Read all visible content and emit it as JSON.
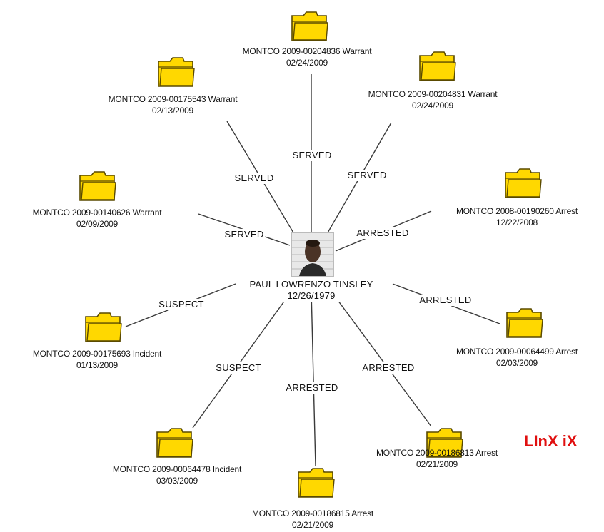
{
  "center": {
    "name": "PAUL LOWRENZO TINSLEY",
    "dob": "12/26/1979",
    "photo_icon": "person-photo"
  },
  "nodes": [
    {
      "id": "w204836",
      "line1": "MONTCO 2009-00204836 Warrant",
      "line2": "02/24/2009",
      "relation": "SERVED",
      "icon": "folder-icon"
    },
    {
      "id": "w175543",
      "line1": "MONTCO 2009-00175543 Warrant",
      "line2": "02/13/2009",
      "relation": "SERVED",
      "icon": "folder-icon"
    },
    {
      "id": "w204831",
      "line1": "MONTCO 2009-00204831 Warrant",
      "line2": "02/24/2009",
      "relation": "SERVED",
      "icon": "folder-icon"
    },
    {
      "id": "w140626",
      "line1": "MONTCO 2009-00140626 Warrant",
      "line2": "02/09/2009",
      "relation": "SERVED",
      "icon": "folder-icon"
    },
    {
      "id": "a190260",
      "line1": "MONTCO 2008-00190260 Arrest",
      "line2": "12/22/2008",
      "relation": "ARRESTED",
      "icon": "folder-icon"
    },
    {
      "id": "i175693",
      "line1": "MONTCO 2009-00175693 Incident",
      "line2": "01/13/2009",
      "relation": "SUSPECT",
      "icon": "folder-icon"
    },
    {
      "id": "a064499",
      "line1": "MONTCO 2009-00064499 Arrest",
      "line2": "02/03/2009",
      "relation": "ARRESTED",
      "icon": "folder-icon"
    },
    {
      "id": "i064478",
      "line1": "MONTCO 2009-00064478 Incident",
      "line2": "03/03/2009",
      "relation": "SUSPECT",
      "icon": "folder-icon"
    },
    {
      "id": "a186815",
      "line1": "MONTCO 2009-00186815 Arrest",
      "line2": "02/21/2009",
      "relation": "ARRESTED",
      "icon": "folder-icon"
    },
    {
      "id": "a186813",
      "line1": "MONTCO 2009-00186813 Arrest",
      "line2": "02/21/2009",
      "relation": "ARRESTED",
      "icon": "folder-icon"
    }
  ],
  "brand": {
    "text": "LInX iX",
    "color": "#e01010"
  },
  "colors": {
    "folder_fill": "#ffd800",
    "folder_stroke": "#5a4a00",
    "link": "#3a3a3a"
  }
}
